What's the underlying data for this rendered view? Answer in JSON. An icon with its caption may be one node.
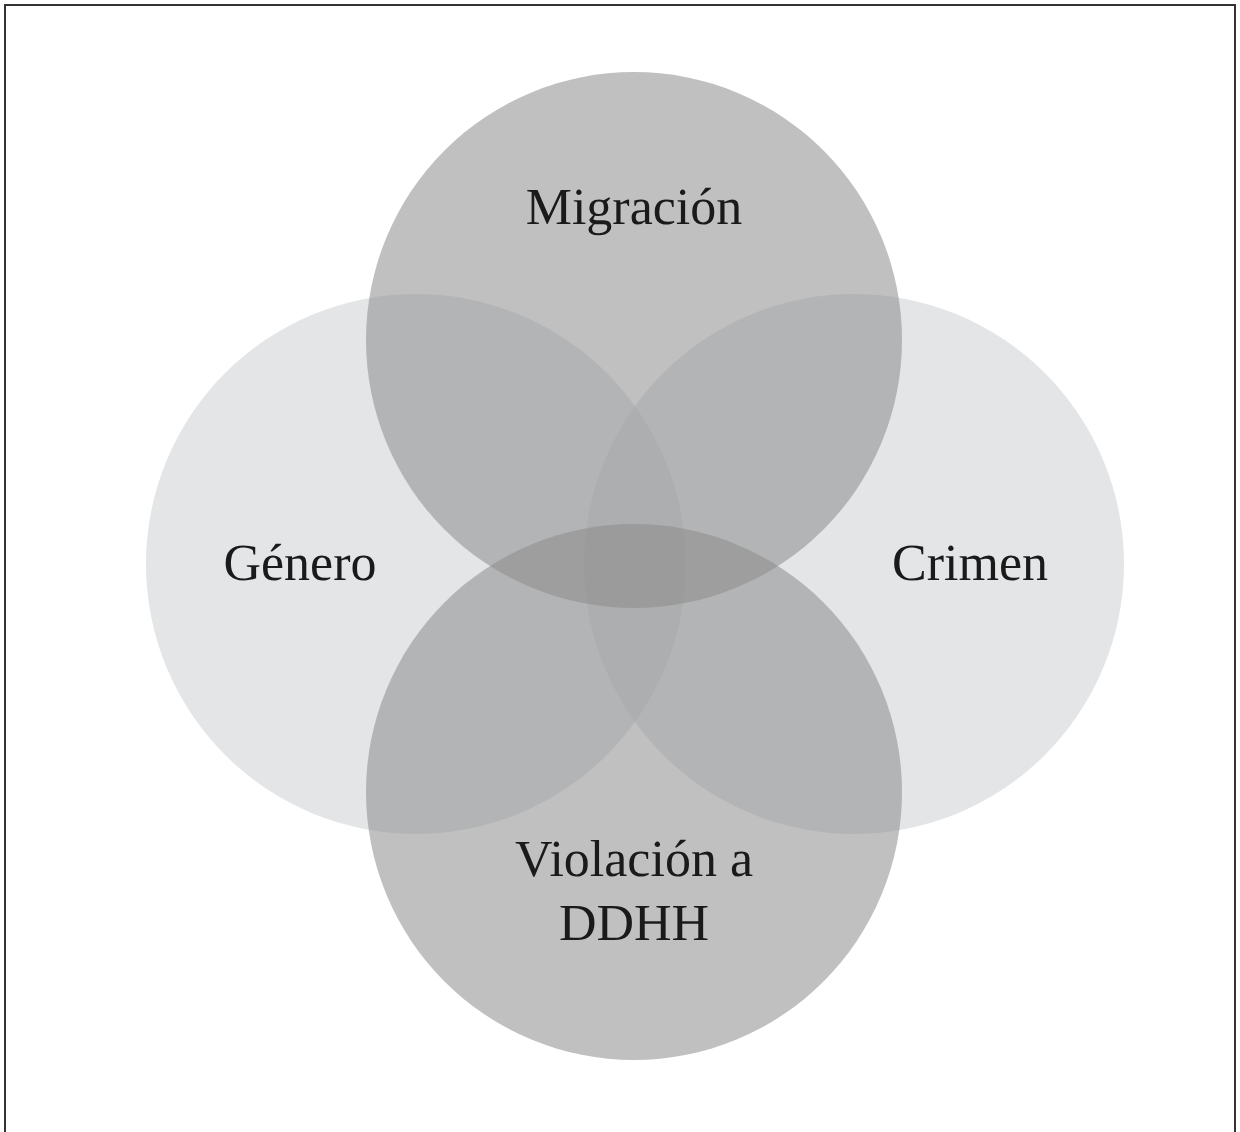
{
  "diagram": {
    "nodes": [
      {
        "text": [
          "Migración"
        ]
      },
      {
        "text": [
          "Género"
        ]
      },
      {
        "text": [
          "Crimen"
        ]
      },
      {
        "text": [
          "Violación a DDHH"
        ]
      }
    ]
  }
}
